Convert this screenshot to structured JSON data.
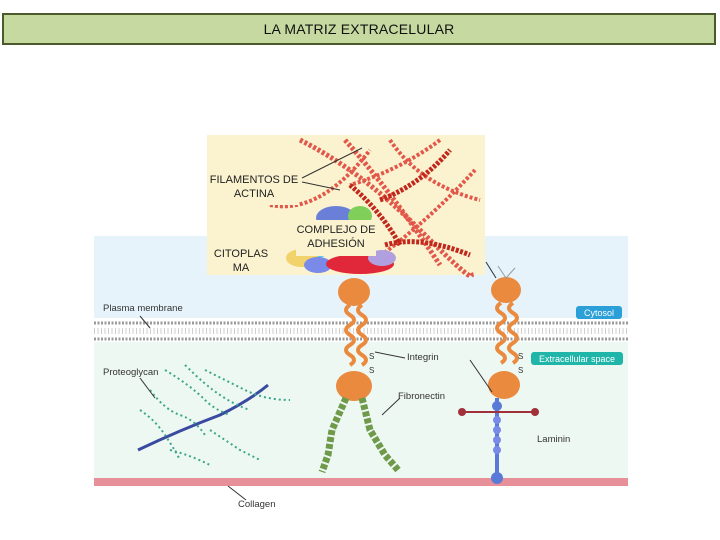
{
  "title": "LA MATRIZ EXTRACELULAR",
  "overlay_labels": {
    "actin": "FILAMENTOS DE ACTINA",
    "cytoplasm": "CITOPLAS MA",
    "adhesion": "COMPLEJO DE ADHESIÓN"
  },
  "diagram_labels": {
    "plasma_membrane": "Plasma membrane",
    "proteoglycan": "Proteoglycan",
    "integrin": "Integrin",
    "fibronectin": "Fibronectin",
    "laminin": "Laminin",
    "collagen": "Collagen",
    "cytosol": "Cytosol",
    "extracellular_space": "Extracellular space",
    "ss1": "S",
    "ss2": "S",
    "ss3": "S",
    "ss4": "S"
  },
  "colors": {
    "title_bg": "#c6d9a0",
    "title_border": "#4a5a2a",
    "cytosol_pill": "#2a9fd8",
    "extracellular_pill": "#1fb5a8",
    "actin": "#e2574a",
    "actin_dark": "#c0281c",
    "integrin": "#ea8a3e",
    "fibronectin": "#6f9a4a",
    "proteoglycan_core": "#3a4aa0",
    "proteoglycan_beads": "#3aa68a",
    "laminin_stem": "#5a7ad8",
    "laminin_beads": "#a0303a",
    "collagen": "#e8909a",
    "extracellular_bg": "#eef8f3",
    "cytosol_bg": "#e6f3fb",
    "overlay_bg": "#fbf3cf"
  }
}
